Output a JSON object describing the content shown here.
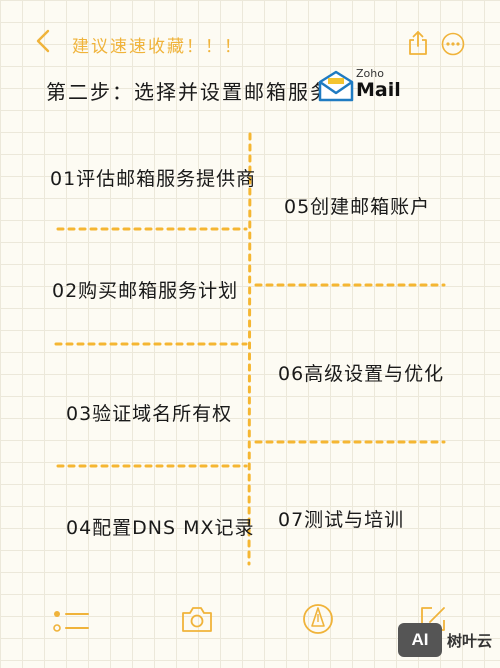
{
  "header": {
    "title": "建议速速收藏！！！",
    "icons": [
      "chevron-left-icon",
      "share-icon",
      "more-icon"
    ],
    "accent_color": "#f0b33a"
  },
  "content": {
    "step_title": "第二步：选择并设置邮箱服务",
    "logo": {
      "line1": "Zoho",
      "line2": "Mail"
    },
    "items": [
      "01评估邮箱服务提供商",
      "02购买邮箱服务计划",
      "03验证域名所有权",
      "04配置DNS MX记录",
      "05创建邮箱账户",
      "06高级设置与优化",
      "07测试与培训"
    ]
  },
  "toolbar": {
    "icons": [
      "checklist-icon",
      "camera-icon",
      "pen-icon",
      "compose-icon"
    ]
  },
  "watermark": {
    "badge": "AI",
    "text": "树叶云"
  }
}
